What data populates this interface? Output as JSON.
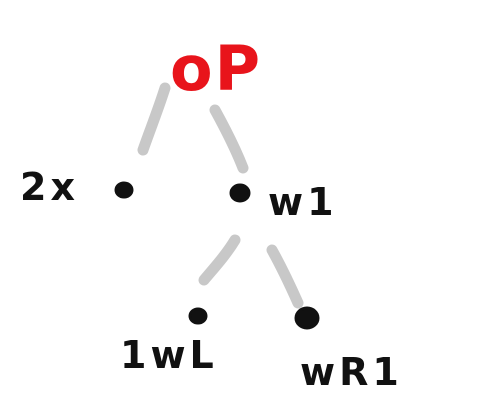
{
  "diagram": {
    "type": "tree",
    "colors": {
      "root_label": "#e8141b",
      "node_label": "#111111",
      "edge": "#c8c8c8",
      "node": "#111111",
      "background": "#ffffff"
    },
    "nodes": [
      {
        "id": "root",
        "label": "oP"
      },
      {
        "id": "left",
        "label": "2x"
      },
      {
        "id": "right",
        "label": "w1"
      },
      {
        "id": "right-left",
        "label": "1wL"
      },
      {
        "id": "right-right",
        "label": "wR1"
      }
    ],
    "edges": [
      {
        "from": "root",
        "to": "left"
      },
      {
        "from": "root",
        "to": "right"
      },
      {
        "from": "right",
        "to": "right-left"
      },
      {
        "from": "right",
        "to": "right-right"
      }
    ]
  }
}
